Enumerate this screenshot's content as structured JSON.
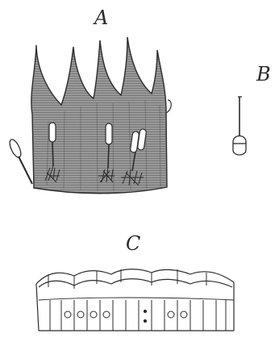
{
  "labels": {
    "a": "A",
    "b": "B",
    "c": "C"
  },
  "colors": {
    "ink": "#2b2b2b",
    "tissue_fill": "#8f8f8f",
    "background": "#ffffff"
  }
}
